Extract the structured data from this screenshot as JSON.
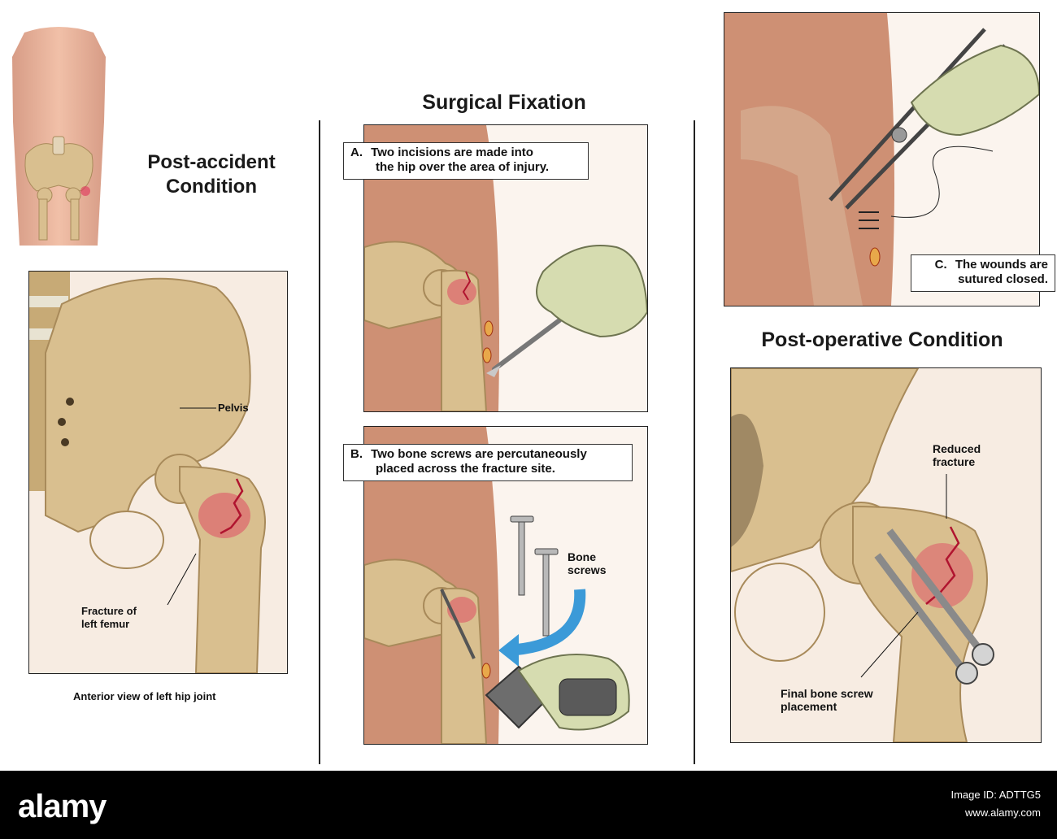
{
  "headings": {
    "post_accident_line1": "Post-accident",
    "post_accident_line2": "Condition",
    "surgical_fixation": "Surgical Fixation",
    "post_operative": "Post-operative Condition"
  },
  "panel_left": {
    "label_pelvis": "Pelvis",
    "label_fracture_line1": "Fracture of",
    "label_fracture_line2": "left femur",
    "caption": "Anterior view of left hip joint"
  },
  "step_a": {
    "letter": "A.",
    "text_line1": "Two incisions are made into",
    "text_line2": "the hip over the area of injury."
  },
  "step_b": {
    "letter": "B.",
    "text_line1": "Two bone screws are percutaneously",
    "text_line2": "placed across the fracture site.",
    "label_screws_line1": "Bone",
    "label_screws_line2": "screws"
  },
  "step_c": {
    "letter": "C.",
    "text_line1": "The wounds are",
    "text_line2": "sutured closed."
  },
  "panel_postop": {
    "label_reduced_line1": "Reduced",
    "label_reduced_line2": "fracture",
    "label_placement_line1": "Final bone screw",
    "label_placement_line2": "placement"
  },
  "footer": {
    "brand": "alamy",
    "image_id_label": "Image ID: ADTTG5",
    "site": "www.alamy.com"
  },
  "colors": {
    "skin": "#c98566",
    "bone": "#d9bf8f",
    "bone_shadow": "#a88a5a",
    "fracture": "#e0325a",
    "glove": "#d6dcb0",
    "arrow": "#3b9ad8"
  }
}
